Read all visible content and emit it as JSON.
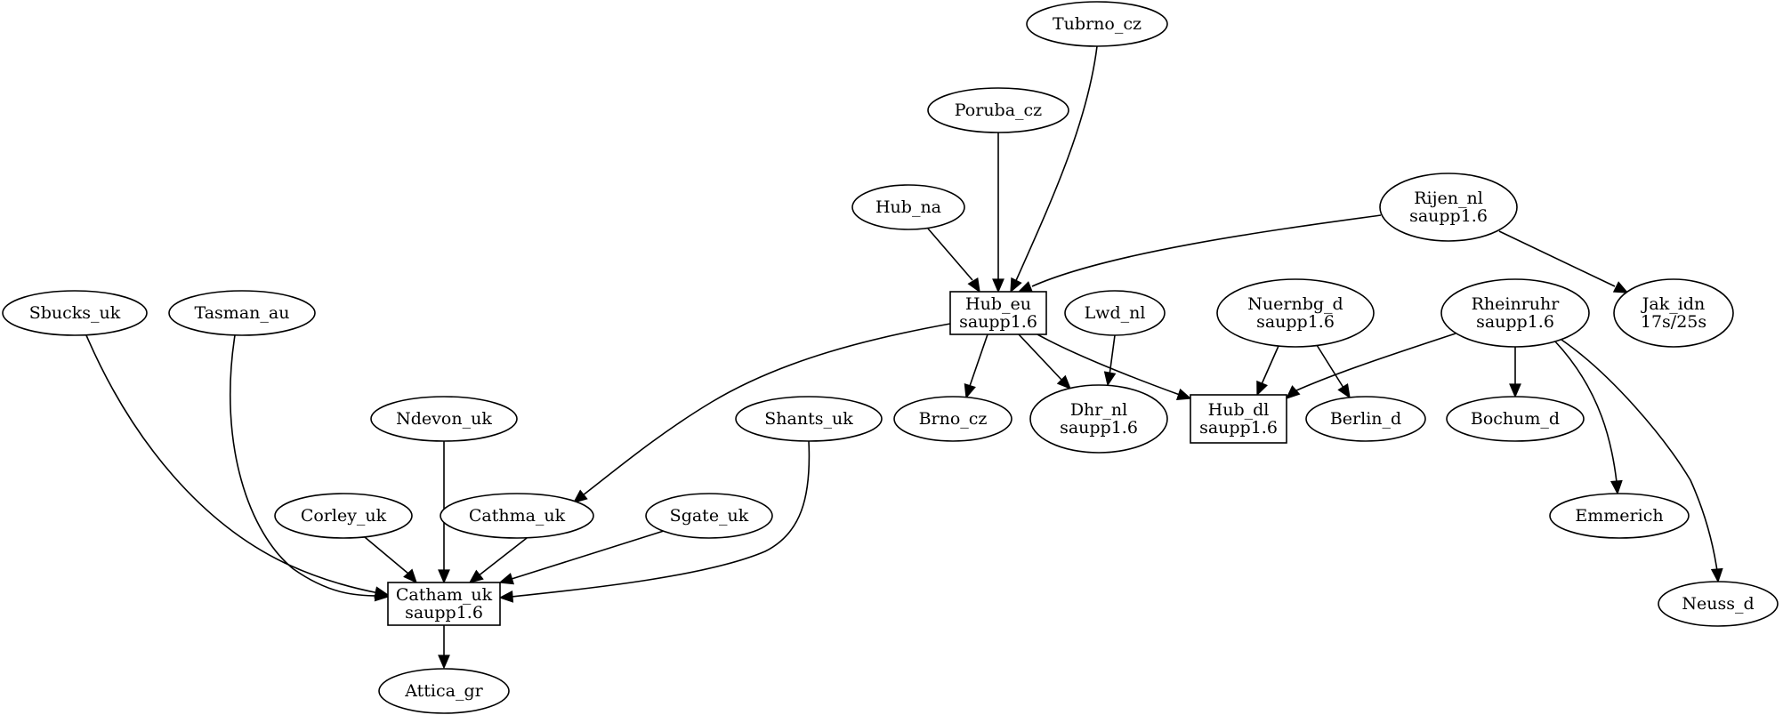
{
  "graph": {
    "nodes": [
      {
        "id": "tubrno_cz",
        "shape": "ellipse",
        "lines": [
          "Tubrno_cz"
        ]
      },
      {
        "id": "poruba_cz",
        "shape": "ellipse",
        "lines": [
          "Poruba_cz"
        ]
      },
      {
        "id": "hub_na",
        "shape": "ellipse",
        "lines": [
          "Hub_na"
        ]
      },
      {
        "id": "rijen_nl",
        "shape": "ellipse",
        "lines": [
          "Rijen_nl",
          "saupp1.6"
        ]
      },
      {
        "id": "hub_eu",
        "shape": "box",
        "lines": [
          "Hub_eu",
          "saupp1.6"
        ]
      },
      {
        "id": "lwd_nl",
        "shape": "ellipse",
        "lines": [
          "Lwd_nl"
        ]
      },
      {
        "id": "nuernbg_d",
        "shape": "ellipse",
        "lines": [
          "Nuernbg_d",
          "saupp1.6"
        ]
      },
      {
        "id": "rheinruhr",
        "shape": "ellipse",
        "lines": [
          "Rheinruhr",
          "saupp1.6"
        ]
      },
      {
        "id": "jak_idn",
        "shape": "ellipse",
        "lines": [
          "Jak_idn",
          "17s/25s"
        ]
      },
      {
        "id": "sbucks_uk",
        "shape": "ellipse",
        "lines": [
          "Sbucks_uk"
        ]
      },
      {
        "id": "tasman_au",
        "shape": "ellipse",
        "lines": [
          "Tasman_au"
        ]
      },
      {
        "id": "ndevon_uk",
        "shape": "ellipse",
        "lines": [
          "Ndevon_uk"
        ]
      },
      {
        "id": "shants_uk",
        "shape": "ellipse",
        "lines": [
          "Shants_uk"
        ]
      },
      {
        "id": "brno_cz",
        "shape": "ellipse",
        "lines": [
          "Brno_cz"
        ]
      },
      {
        "id": "dhr_nl",
        "shape": "ellipse",
        "lines": [
          "Dhr_nl",
          "saupp1.6"
        ]
      },
      {
        "id": "hub_dl",
        "shape": "box",
        "lines": [
          "Hub_dl",
          "saupp1.6"
        ]
      },
      {
        "id": "berlin_d",
        "shape": "ellipse",
        "lines": [
          "Berlin_d"
        ]
      },
      {
        "id": "bochum_d",
        "shape": "ellipse",
        "lines": [
          "Bochum_d"
        ]
      },
      {
        "id": "corley_uk",
        "shape": "ellipse",
        "lines": [
          "Corley_uk"
        ]
      },
      {
        "id": "cathma_uk",
        "shape": "ellipse",
        "lines": [
          "Cathma_uk"
        ]
      },
      {
        "id": "sgate_uk",
        "shape": "ellipse",
        "lines": [
          "Sgate_uk"
        ]
      },
      {
        "id": "emmerich",
        "shape": "ellipse",
        "lines": [
          "Emmerich"
        ]
      },
      {
        "id": "catham_uk",
        "shape": "box",
        "lines": [
          "Catham_uk",
          "saupp1.6"
        ]
      },
      {
        "id": "neuss_d",
        "shape": "ellipse",
        "lines": [
          "Neuss_d"
        ]
      },
      {
        "id": "attica_gr",
        "shape": "ellipse",
        "lines": [
          "Attica_gr"
        ]
      }
    ],
    "edges": [
      {
        "from": "tubrno_cz",
        "to": "hub_eu"
      },
      {
        "from": "poruba_cz",
        "to": "hub_eu"
      },
      {
        "from": "hub_na",
        "to": "hub_eu"
      },
      {
        "from": "rijen_nl",
        "to": "hub_eu"
      },
      {
        "from": "rijen_nl",
        "to": "jak_idn"
      },
      {
        "from": "hub_eu",
        "to": "cathma_uk"
      },
      {
        "from": "hub_eu",
        "to": "brno_cz"
      },
      {
        "from": "hub_eu",
        "to": "dhr_nl"
      },
      {
        "from": "hub_eu",
        "to": "hub_dl"
      },
      {
        "from": "lwd_nl",
        "to": "dhr_nl"
      },
      {
        "from": "nuernbg_d",
        "to": "hub_dl"
      },
      {
        "from": "nuernbg_d",
        "to": "berlin_d"
      },
      {
        "from": "rheinruhr",
        "to": "hub_dl"
      },
      {
        "from": "rheinruhr",
        "to": "bochum_d"
      },
      {
        "from": "rheinruhr",
        "to": "emmerich"
      },
      {
        "from": "rheinruhr",
        "to": "neuss_d"
      },
      {
        "from": "sbucks_uk",
        "to": "catham_uk"
      },
      {
        "from": "tasman_au",
        "to": "catham_uk"
      },
      {
        "from": "ndevon_uk",
        "to": "catham_uk"
      },
      {
        "from": "shants_uk",
        "to": "catham_uk"
      },
      {
        "from": "corley_uk",
        "to": "catham_uk"
      },
      {
        "from": "cathma_uk",
        "to": "catham_uk"
      },
      {
        "from": "sgate_uk",
        "to": "catham_uk"
      },
      {
        "from": "catham_uk",
        "to": "attica_gr"
      }
    ]
  }
}
